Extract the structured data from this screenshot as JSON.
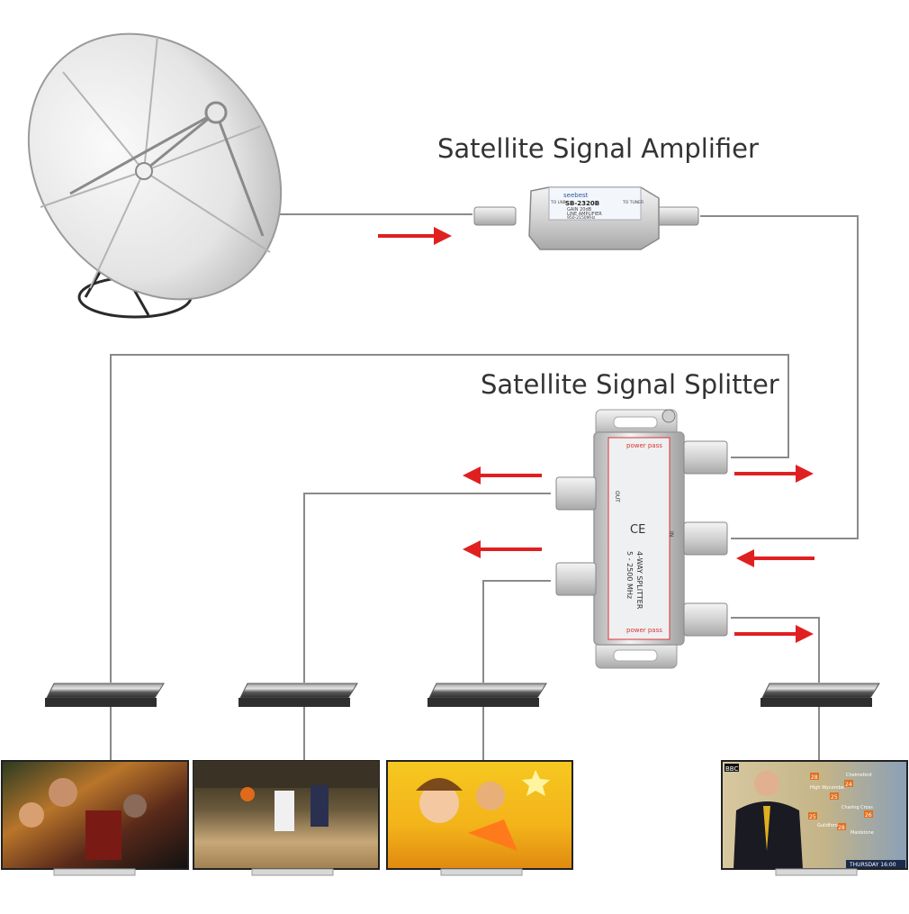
{
  "labels": {
    "amplifier": "Satellite Signal Amplifier",
    "splitter": "Satellite Signal Splitter"
  },
  "amplifier_device": {
    "brand": "seebest",
    "model": "SB-2320B",
    "to_lnb": "TO LNB",
    "to_tuner": "TO TUNER",
    "gain": "GAIN 20dB",
    "type": "LINE AMPLIFIER",
    "freq": "950-2150MHz"
  },
  "splitter_device": {
    "power_pass": "power pass",
    "out": "OUT",
    "in": "IN",
    "ce": "CE",
    "title": "4-WAY SPLITTER",
    "freq": "5 - 2500 MHz"
  },
  "tv4": {
    "channel": "BBC",
    "time_label": "THURSDAY 16:00",
    "temps": [
      "28",
      "24",
      "25",
      "25",
      "28",
      "26"
    ],
    "cities": [
      "Chelmsford",
      "High Wycombe",
      "Charing Cross",
      "Guildford",
      "Maidstone"
    ]
  },
  "colors": {
    "wire": "#8a8a8a",
    "arrow": "#e02020",
    "label": "#333333"
  }
}
